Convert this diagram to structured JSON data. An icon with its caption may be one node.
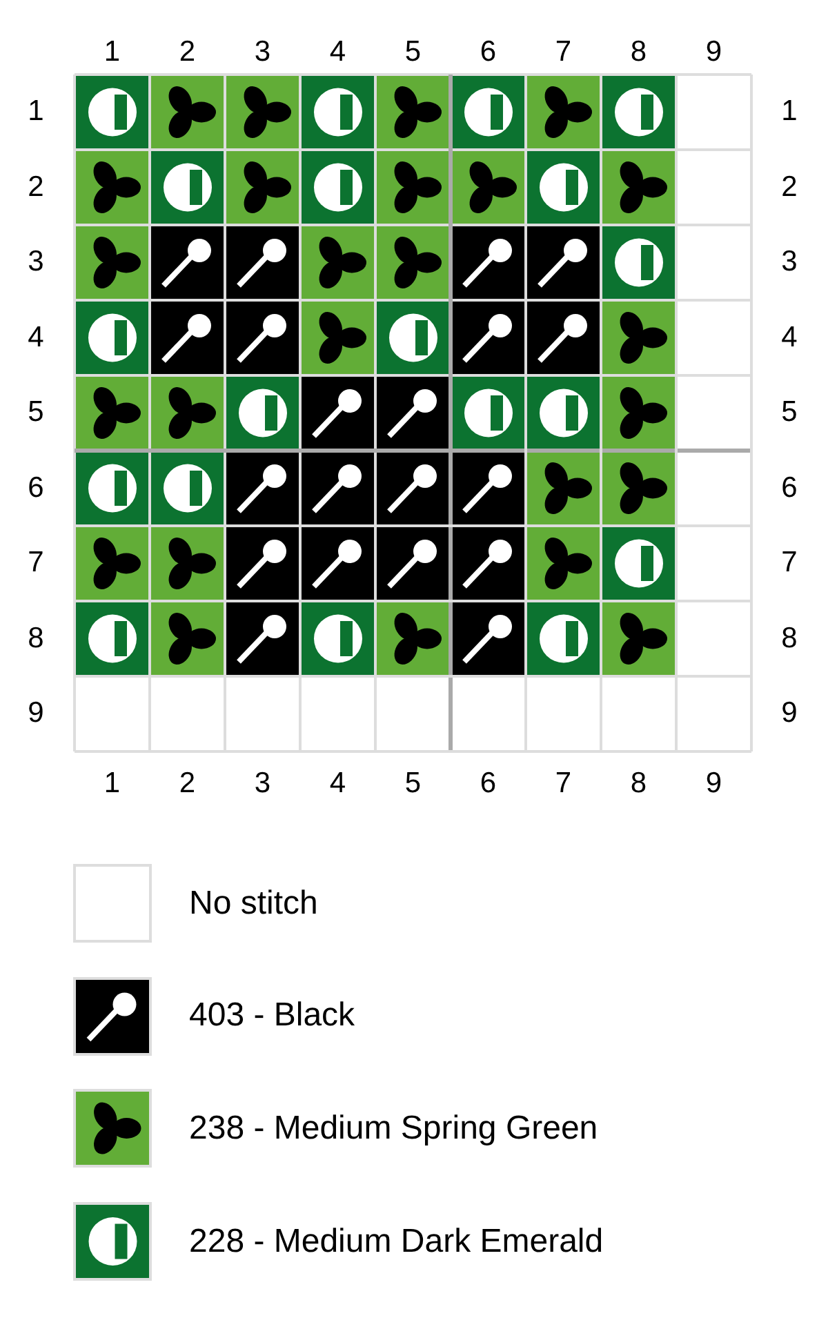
{
  "diagram": {
    "labels": [
      "1",
      "2",
      "3",
      "4",
      "5",
      "6",
      "7",
      "8",
      "9",
      "1",
      "1",
      "2",
      "2",
      "3",
      "3",
      "4",
      "4",
      "5",
      "5",
      "6",
      "6",
      "7",
      "7",
      "8",
      "8",
      "9",
      "9",
      "1",
      "2",
      "3",
      "4",
      "5",
      "6",
      "7",
      "8",
      "9"
    ],
    "legend": [
      {
        "text": "No stitch"
      },
      {
        "text": "403 - Black",
        "color": "#000000"
      },
      {
        "text": "238 - Medium Spring Green",
        "color": "#62ad37"
      },
      {
        "text": "228 - Medium Dark Emerald",
        "color": "#0c7330"
      }
    ]
  }
}
